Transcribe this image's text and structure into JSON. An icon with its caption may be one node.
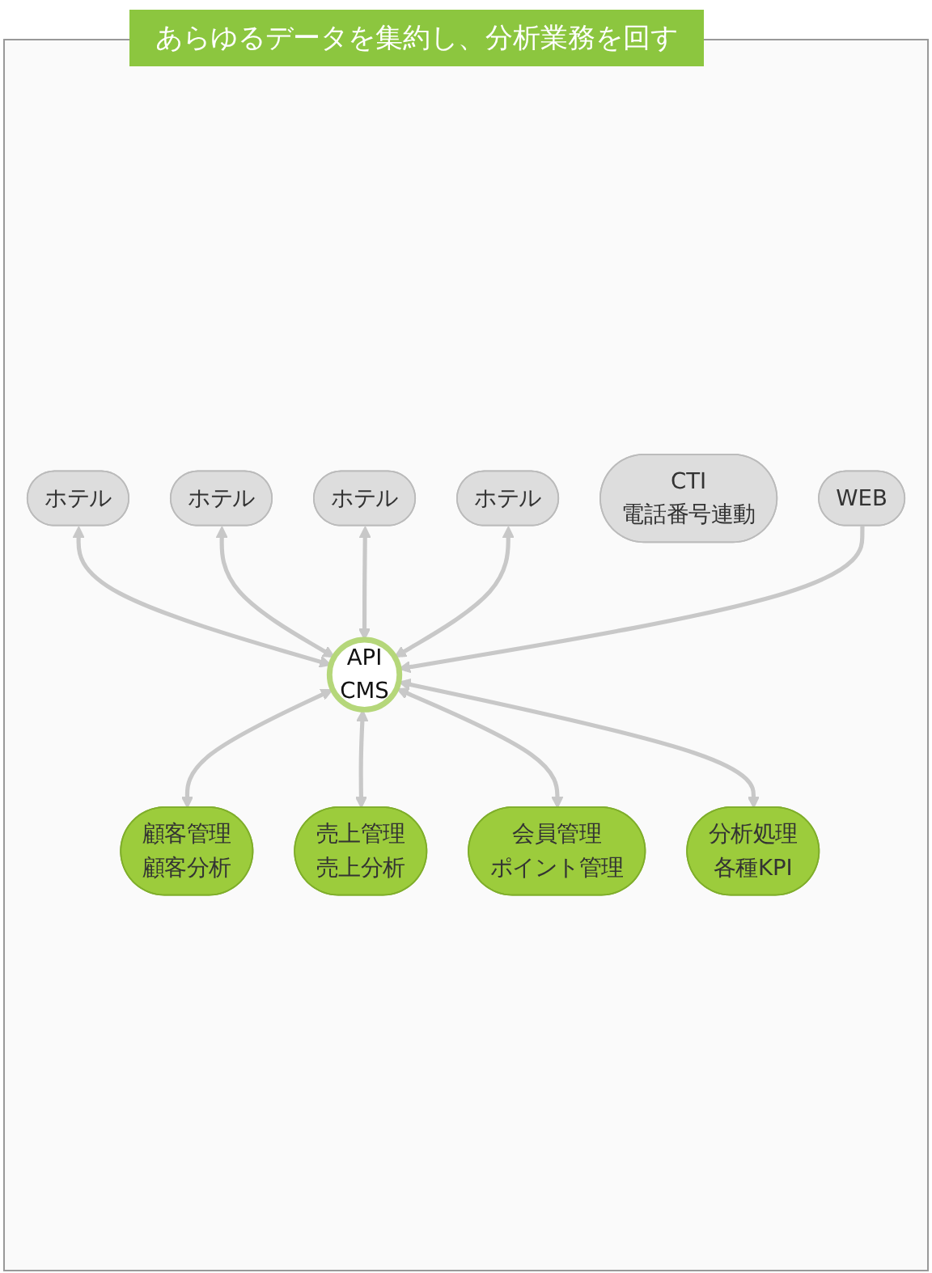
{
  "diagram": {
    "title": "あらゆるデータを集約し、分析業務を回す",
    "nodes": [
      {
        "text": [
          "ホテル"
        ]
      },
      {
        "text": [
          "ホテル"
        ]
      },
      {
        "text": [
          "ホテル"
        ]
      },
      {
        "text": [
          "ホテル"
        ]
      },
      {
        "text": [
          "CTI",
          "電話番号連動"
        ]
      },
      {
        "text": [
          "API",
          "CMS"
        ]
      },
      {
        "text": [
          "WEB"
        ]
      },
      {
        "text": [
          "顧客管理",
          "顧客分析"
        ]
      },
      {
        "text": [
          "売上管理",
          "売上分析"
        ]
      },
      {
        "text": [
          "会員管理",
          "ポイント管理"
        ]
      },
      {
        "text": [
          "分析処理",
          "各種KPI"
        ]
      }
    ],
    "edges": [
      {
        "from": 0,
        "to": 5,
        "arrow": "both"
      },
      {
        "from": 1,
        "to": 5,
        "arrow": "both"
      },
      {
        "from": 2,
        "to": 5,
        "arrow": "both"
      },
      {
        "from": 3,
        "to": 5,
        "arrow": "both"
      },
      {
        "from": 6,
        "to": 5,
        "arrow": "to"
      },
      {
        "from": 5,
        "to": 7,
        "arrow": "both"
      },
      {
        "from": 5,
        "to": 8,
        "arrow": "both"
      },
      {
        "from": 5,
        "to": 9,
        "arrow": "both"
      },
      {
        "from": 5,
        "to": 10,
        "arrow": "both"
      }
    ]
  }
}
